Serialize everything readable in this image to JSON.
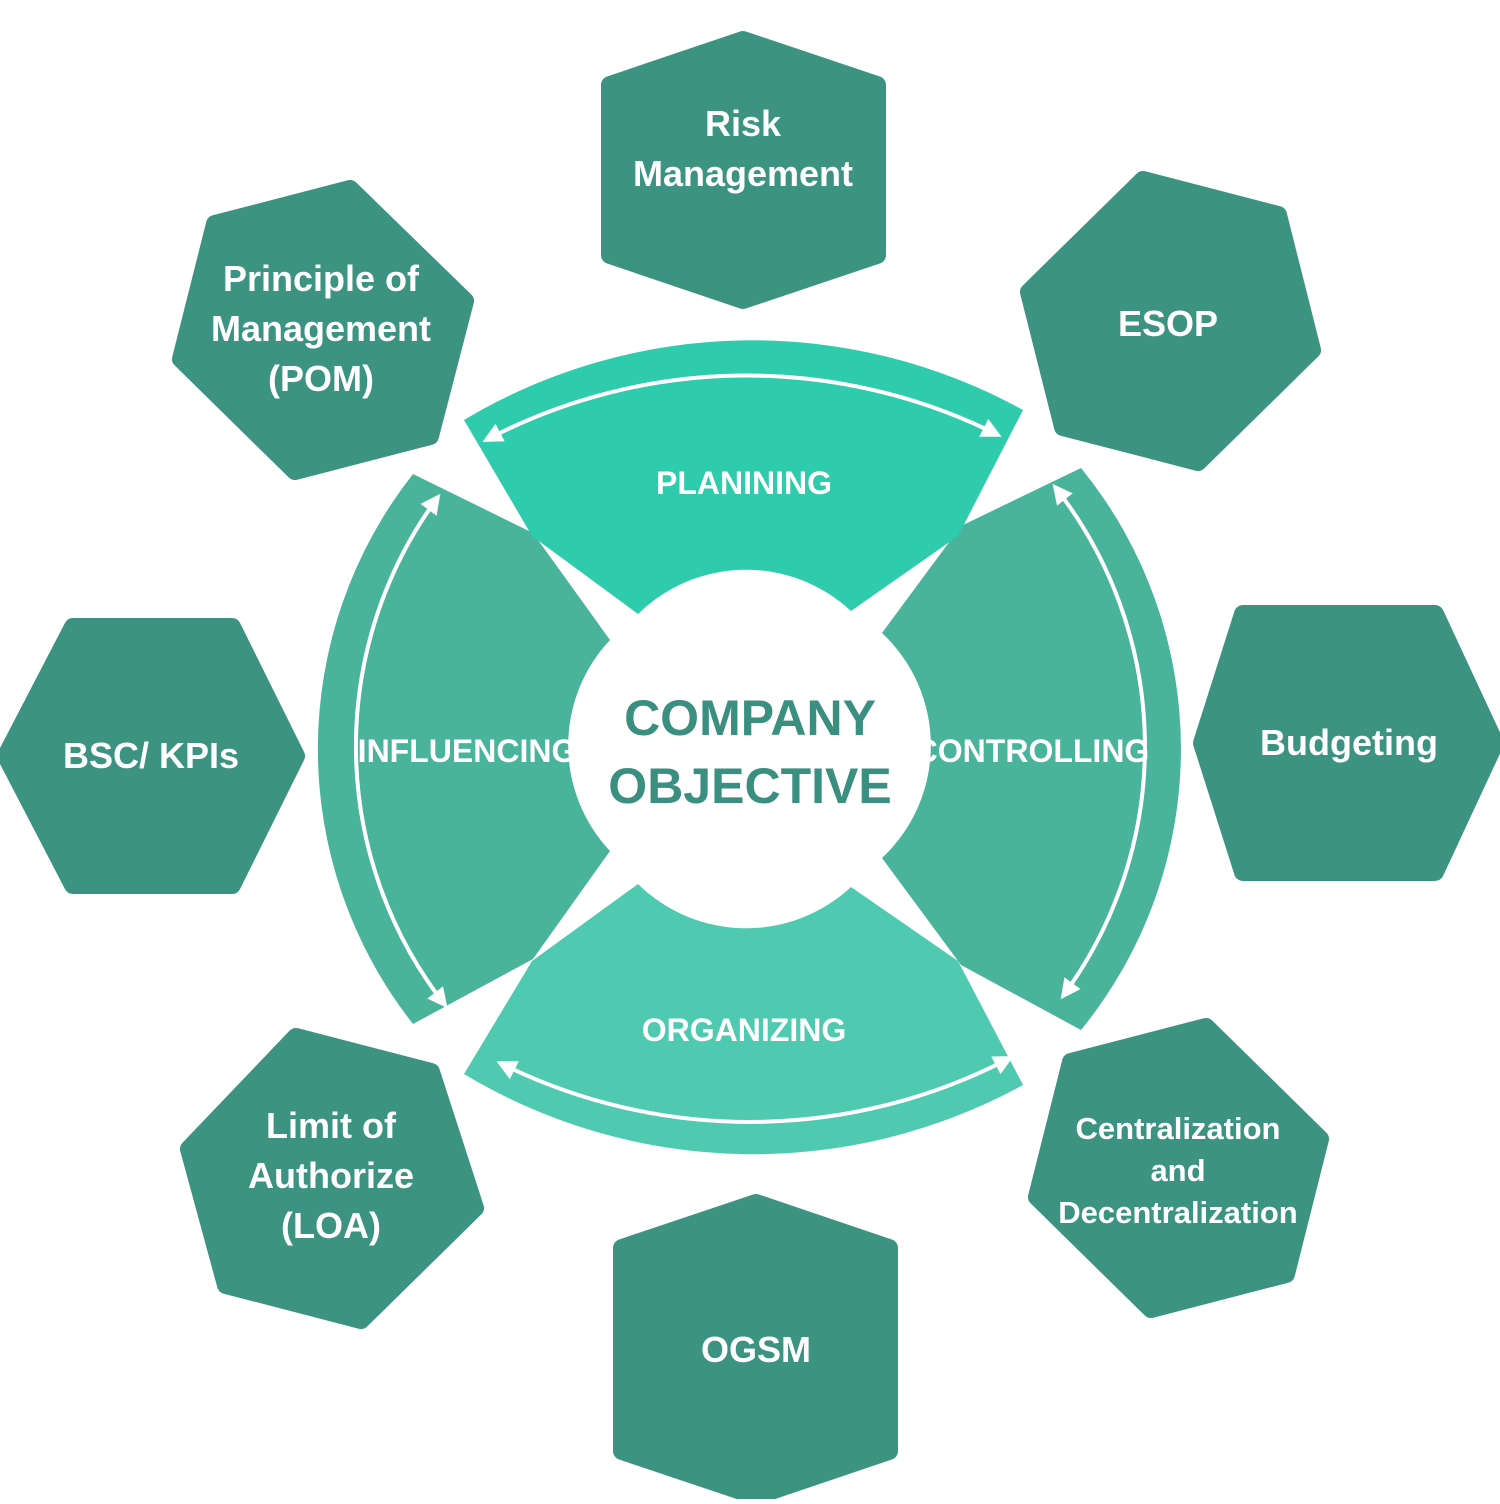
{
  "center": {
    "line1": "COMPANY",
    "line2": "OBJECTIVE"
  },
  "segments": {
    "planning": "PLANINING",
    "controlling": "CONTROLLING",
    "organizing": "ORGANIZING",
    "influencing": "INFLUENCING"
  },
  "hexagons": {
    "risk_management": {
      "line1": "Risk",
      "line2": "Management"
    },
    "esop": {
      "line1": "ESOP"
    },
    "budgeting": {
      "line1": "Budgeting"
    },
    "centralization": {
      "line1": "Centralization",
      "line2": "and",
      "line3": "Decentralization"
    },
    "ogsm": {
      "line1": "OGSM"
    },
    "loa": {
      "line1": "Limit of",
      "line2": "Authorize",
      "line3": "(LOA)"
    },
    "bsc_kpis": {
      "line1": "BSC/ KPIs"
    },
    "pom": {
      "line1": "Principle of",
      "line2": "Management",
      "line3": "(POM)"
    }
  },
  "colors": {
    "hexagon": "#3d9382",
    "planning": "#2ecbad",
    "side_segments": "#4ab39c",
    "organizing": "#4fcab0",
    "center_text": "#3a8f80",
    "background": "#ffffff"
  }
}
